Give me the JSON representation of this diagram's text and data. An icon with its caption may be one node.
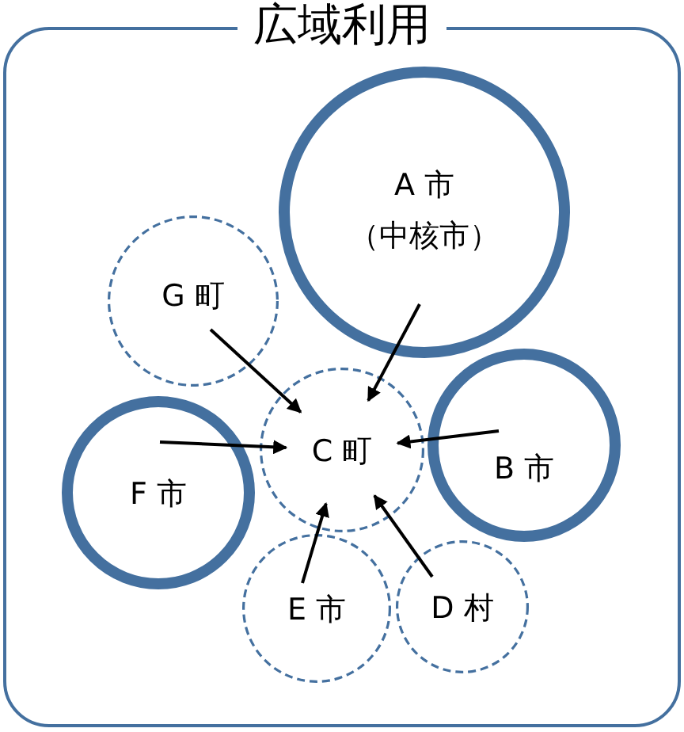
{
  "diagram": {
    "nodes": [
      {
        "text": [
          "広域利用"
        ]
      },
      {
        "text": [
          "A 市",
          "（中核市）"
        ],
        "in": 0
      },
      {
        "text": [
          "G 町"
        ],
        "in": 0
      },
      {
        "text": [
          "C 町"
        ],
        "in": 0
      },
      {
        "text": [
          "B 市"
        ],
        "in": 0
      },
      {
        "text": [
          "F 市"
        ],
        "in": 0
      },
      {
        "text": [
          "E 市"
        ],
        "in": 0
      },
      {
        "text": [
          "D 村"
        ],
        "in": 0
      }
    ],
    "edges": [
      {
        "from": 2,
        "to": 3,
        "arrow": "to"
      },
      {
        "from": 1,
        "to": 3,
        "arrow": "to"
      },
      {
        "from": 4,
        "to": 3,
        "arrow": "to"
      },
      {
        "from": 5,
        "to": 3,
        "arrow": "to"
      },
      {
        "from": 6,
        "to": 3,
        "arrow": "to"
      },
      {
        "from": 7,
        "to": 3,
        "arrow": "to"
      }
    ]
  }
}
